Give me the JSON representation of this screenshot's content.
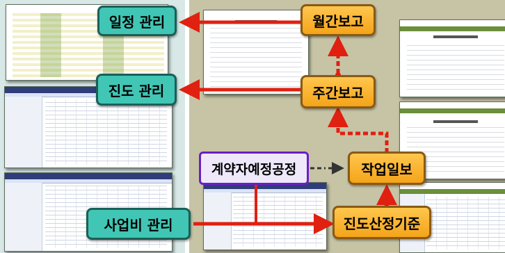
{
  "colors": {
    "left_background": "#d7e8e7",
    "right_background": "#c7c4a6",
    "teal_label": "#41c6b5",
    "orange_label": "#f7b030",
    "arrow_red": "#e02010",
    "purple_border": "#6a1fc6",
    "dark_arrow": "#333333"
  },
  "labels": {
    "schedule_mgmt": "일정 관리",
    "progress_mgmt": "진도 관리",
    "budget_mgmt": "사업비 관리",
    "monthly_report": "월간보고",
    "weekly_report": "주간보고",
    "daily_report": "작업일보",
    "contractor_schedule": "계약자예정공정",
    "progress_criteria": "진도산정기준"
  },
  "icons": {
    "solid_arrow": "arrow-left-icon",
    "dashed_arrow": "dashed-arrow-icon",
    "dark_arrow": "arrow-right-icon"
  }
}
